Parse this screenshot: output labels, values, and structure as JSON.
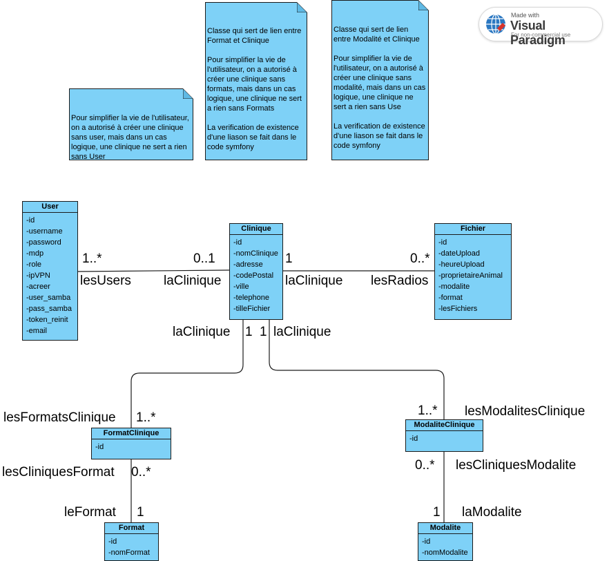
{
  "logo": {
    "made_with": "Made with",
    "brand": "Visual Paradigm",
    "subtitle": "For non-commercial use"
  },
  "notes": [
    {
      "id": "note-user",
      "text": "Pour simplifier la vie de l'utilisateur, on a autorisé à créer une clinique sans user, mais dans un cas logique, une clinique ne sert a rien sans User"
    },
    {
      "id": "note-format",
      "text": "Classe qui sert de lien entre Format et Clinique\n\nPour simplifier la vie de l'utilisateur, on a autorisé à créer une clinique sans formats, mais dans un cas logique, une clinique ne sert a rien sans Formats\n\nLa verification de existence d'une liason se fait dans le code symfony"
    },
    {
      "id": "note-modalite",
      "text": "Classe qui sert de lien entre Modalité et Clinique\n\nPour simplifier la vie de l'utilisateur, on a autorisé à créer une clinique sans modalité, mais dans un cas logique, une clinique ne sert a rien sans Use\n\nLa verification de existence d'une liason se fait dans le code symfony"
    }
  ],
  "classes": {
    "user": {
      "name": "User",
      "attrs": [
        "-id",
        "-username",
        "-password",
        "-mdp",
        "-role",
        "-ipVPN",
        "-acreer",
        "-user_samba",
        "-pass_samba",
        "-token_reinit",
        "-email"
      ]
    },
    "clinique": {
      "name": "Clinique",
      "attrs": [
        "-id",
        "-nomClinique",
        "-adresse",
        "-codePostal",
        "-ville",
        "-telephone",
        "-tilleFichier"
      ]
    },
    "fichier": {
      "name": "Fichier",
      "attrs": [
        "-id",
        "-dateUpload",
        "-heureUpload",
        "-proprietaireAnimal",
        "-modalite",
        "-format",
        "-lesFichiers"
      ]
    },
    "format_clinique": {
      "name": "FormatClinique",
      "attrs": [
        "-id"
      ]
    },
    "modalite_clinique": {
      "name": "ModaliteClinique",
      "attrs": [
        "-id"
      ]
    },
    "format": {
      "name": "Format",
      "attrs": [
        "-id",
        "-nomFormat"
      ]
    },
    "modalite": {
      "name": "Modalite",
      "attrs": [
        "-id",
        "-nomModalite"
      ]
    }
  },
  "labels": {
    "user_mult": "1..*",
    "user_role": "lesUsers",
    "clinique_user_mult": "0..1",
    "clinique_user_role": "laClinique",
    "clinique_fichier_mult": "1",
    "clinique_fichier_role": "laClinique",
    "fichier_mult": "0..*",
    "fichier_role": "lesRadios",
    "clinique_fc_role": "laClinique",
    "clinique_fc_mult": "1",
    "clinique_mc_mult": "1",
    "clinique_mc_role": "laClinique",
    "fc_top_role": "lesFormatsClinique",
    "fc_top_mult": "1..*",
    "fc_bottom_role": "lesCliniquesFormat",
    "fc_bottom_mult": "0..*",
    "format_role": "leFormat",
    "format_mult": "1",
    "mc_top_mult": "1..*",
    "mc_top_role": "lesModalitesClinique",
    "mc_bottom_mult": "0..*",
    "mc_bottom_role": "lesCliniquesModalite",
    "modalite_mult": "1",
    "modalite_role": "laModalite"
  }
}
